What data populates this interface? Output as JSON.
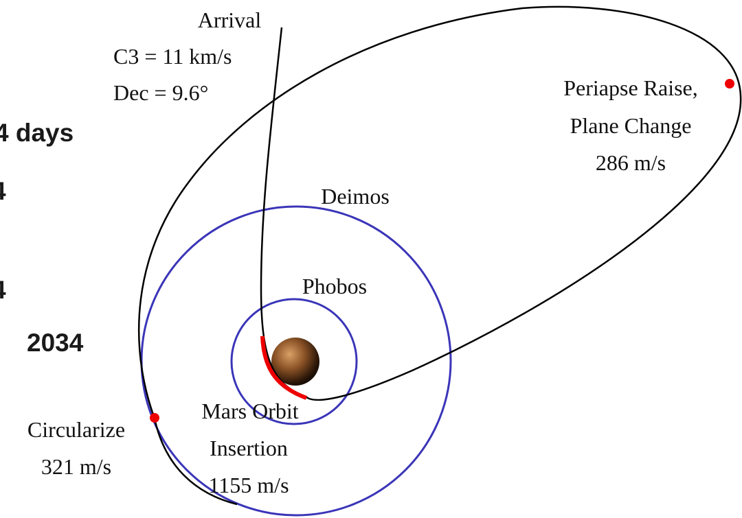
{
  "left_fragments": [
    "4 days",
    "4",
    "4",
    "2034"
  ],
  "arrival": {
    "title": "Arrival",
    "c3": "C3 = 11 km/s",
    "dec": "Dec = 9.6°"
  },
  "periapse_raise": {
    "line1": "Periapse Raise,",
    "line2": "Plane Change",
    "dv": "286 m/s"
  },
  "deimos_label": "Deimos",
  "phobos_label": "Phobos",
  "circularize": {
    "line1": "Circularize",
    "dv": "321 m/s"
  },
  "mars_orbit_insertion": {
    "line1": "Mars Orbit",
    "line2": "Insertion",
    "dv": "1155 m/s"
  },
  "colors": {
    "moon_orbit": "#3a35b8",
    "trajectory": "#000000",
    "burn_arc": "#ee0000",
    "burn_point": "#ee0000",
    "mars_light": "#c98a4a",
    "mars_dark": "#2a1608"
  }
}
